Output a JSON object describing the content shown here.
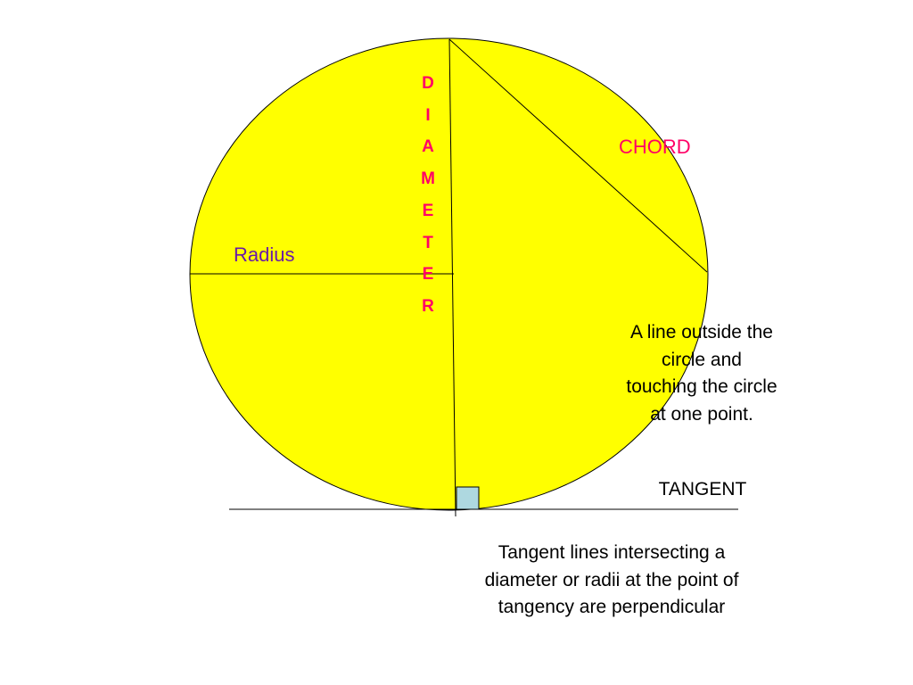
{
  "labels": {
    "diameter_letters": [
      "D",
      "I",
      "A",
      "M",
      "E",
      "T",
      "E",
      "R"
    ],
    "radius": "Radius",
    "chord": "CHORD",
    "tangent_definition": "A line outside the circle and touching the circle at one point.",
    "tangent": "TANGENT",
    "perpendicular_note": "Tangent lines intersecting a diameter or radii at the point of tangency are perpendicular"
  },
  "colors": {
    "circle_fill": "#ffff00",
    "outline": "#000000",
    "diameter_text": "#ff0066",
    "radius_text": "#6a1aa8",
    "chord_text": "#ff0066",
    "body_text": "#000000",
    "right_angle_fill": "#aed8e0"
  }
}
